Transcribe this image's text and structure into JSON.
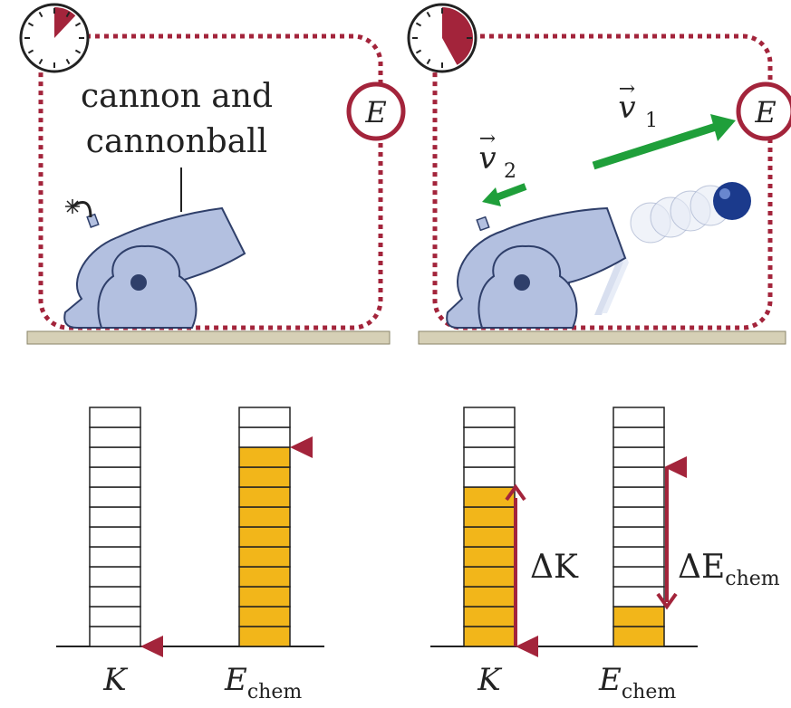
{
  "left_panel": {
    "label_line1": "cannon and",
    "label_line2": "cannonball",
    "system_symbol": "E",
    "clock_icon": "stopwatch-icon",
    "clock_fraction": 0.12
  },
  "right_panel": {
    "system_symbol": "E",
    "v1_label": "v",
    "v1_sub": "1",
    "v2_label": "v",
    "v2_sub": "2",
    "clock_icon": "stopwatch-icon",
    "clock_fraction": 0.42
  },
  "bar_charts": [
    {
      "name": "before",
      "bars": [
        {
          "symbol": "K",
          "sub": "",
          "units_filled": 0,
          "units_total": 12
        },
        {
          "symbol": "E",
          "sub": "chem",
          "units_filled": 10,
          "units_total": 12
        }
      ]
    },
    {
      "name": "after",
      "bars": [
        {
          "symbol": "K",
          "sub": "",
          "units_filled": 8,
          "units_total": 12
        },
        {
          "symbol": "E",
          "sub": "chem",
          "units_filled": 2,
          "units_total": 12
        }
      ],
      "delta_k": "ΔK",
      "delta_e": "ΔE",
      "delta_e_sub": "chem"
    }
  ],
  "colors": {
    "boundary": "#a3243b",
    "cannon_fill": "#b3c0e0",
    "cannon_stroke": "#2f3f6a",
    "arrow_green": "#1f9f3a",
    "bar_fill": "#f2b61a",
    "ground": "#d6d0b6"
  }
}
